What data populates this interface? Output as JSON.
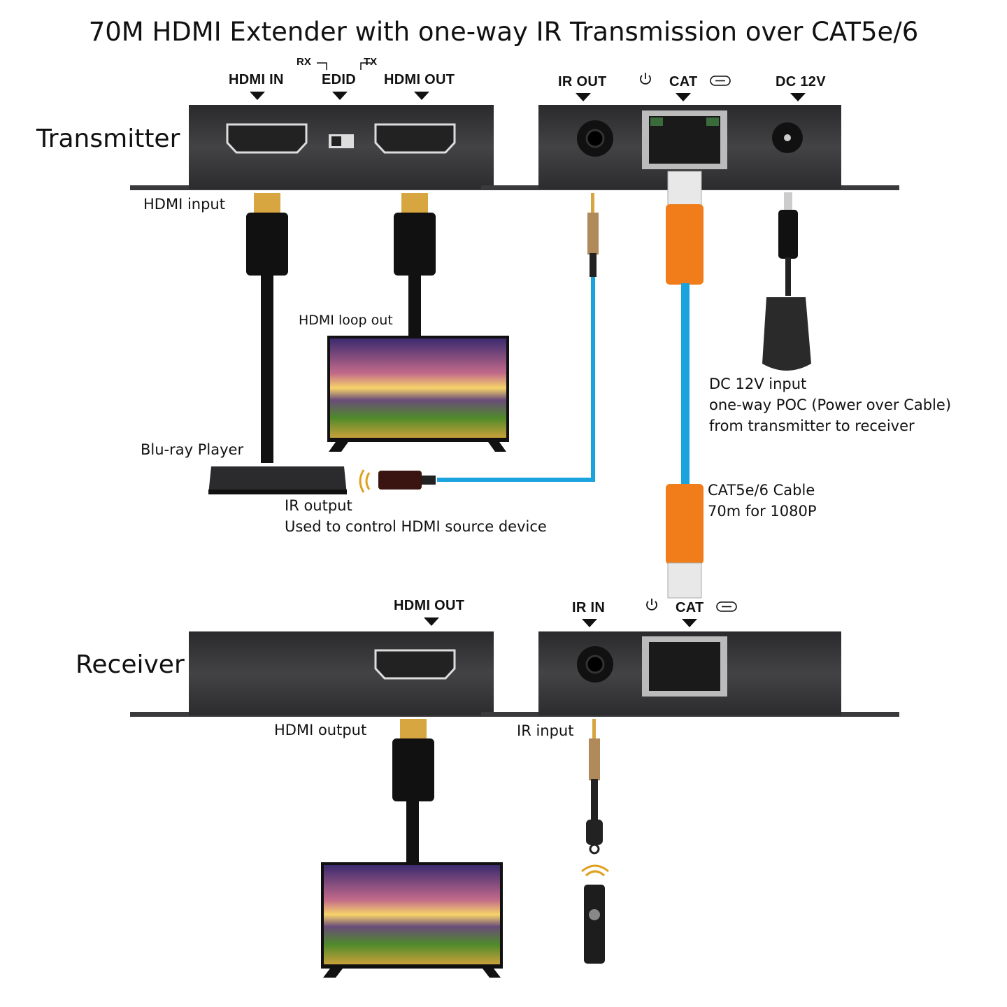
{
  "title": "70M HDMI Extender with one-way IR Transmission over CAT5e/6",
  "transmitter": {
    "label": "Transmitter",
    "ports": {
      "hdmi_in": "HDMI IN",
      "edid": "EDID",
      "rx": "RX",
      "tx": "TX",
      "hdmi_out": "HDMI OUT",
      "ir_out": "IR OUT",
      "cat": "CAT",
      "dc": "DC 12V"
    }
  },
  "receiver": {
    "label": "Receiver",
    "ports": {
      "hdmi_out": "HDMI OUT",
      "ir_in": "IR IN",
      "cat": "CAT"
    }
  },
  "annotations": {
    "hdmi_input": "HDMI input",
    "hdmi_loop_out": "HDMI loop out",
    "bluray": "Blu-ray Player",
    "ir_output": "IR output",
    "ir_output_desc": "Used to control HDMI source device",
    "dc_input": "DC 12V input",
    "poc": "one-way POC (Power over Cable)",
    "poc2": "from transmitter to receiver",
    "cable": "CAT5e/6 Cable",
    "cable_len": "70m for 1080P",
    "hdmi_output": "HDMI output",
    "ir_input": "IR input"
  },
  "colors": {
    "device": "#3a3a3c",
    "cable_blue": "#1aa3dc",
    "rj45_orange": "#f07c1a",
    "gold": "#d7a640"
  }
}
